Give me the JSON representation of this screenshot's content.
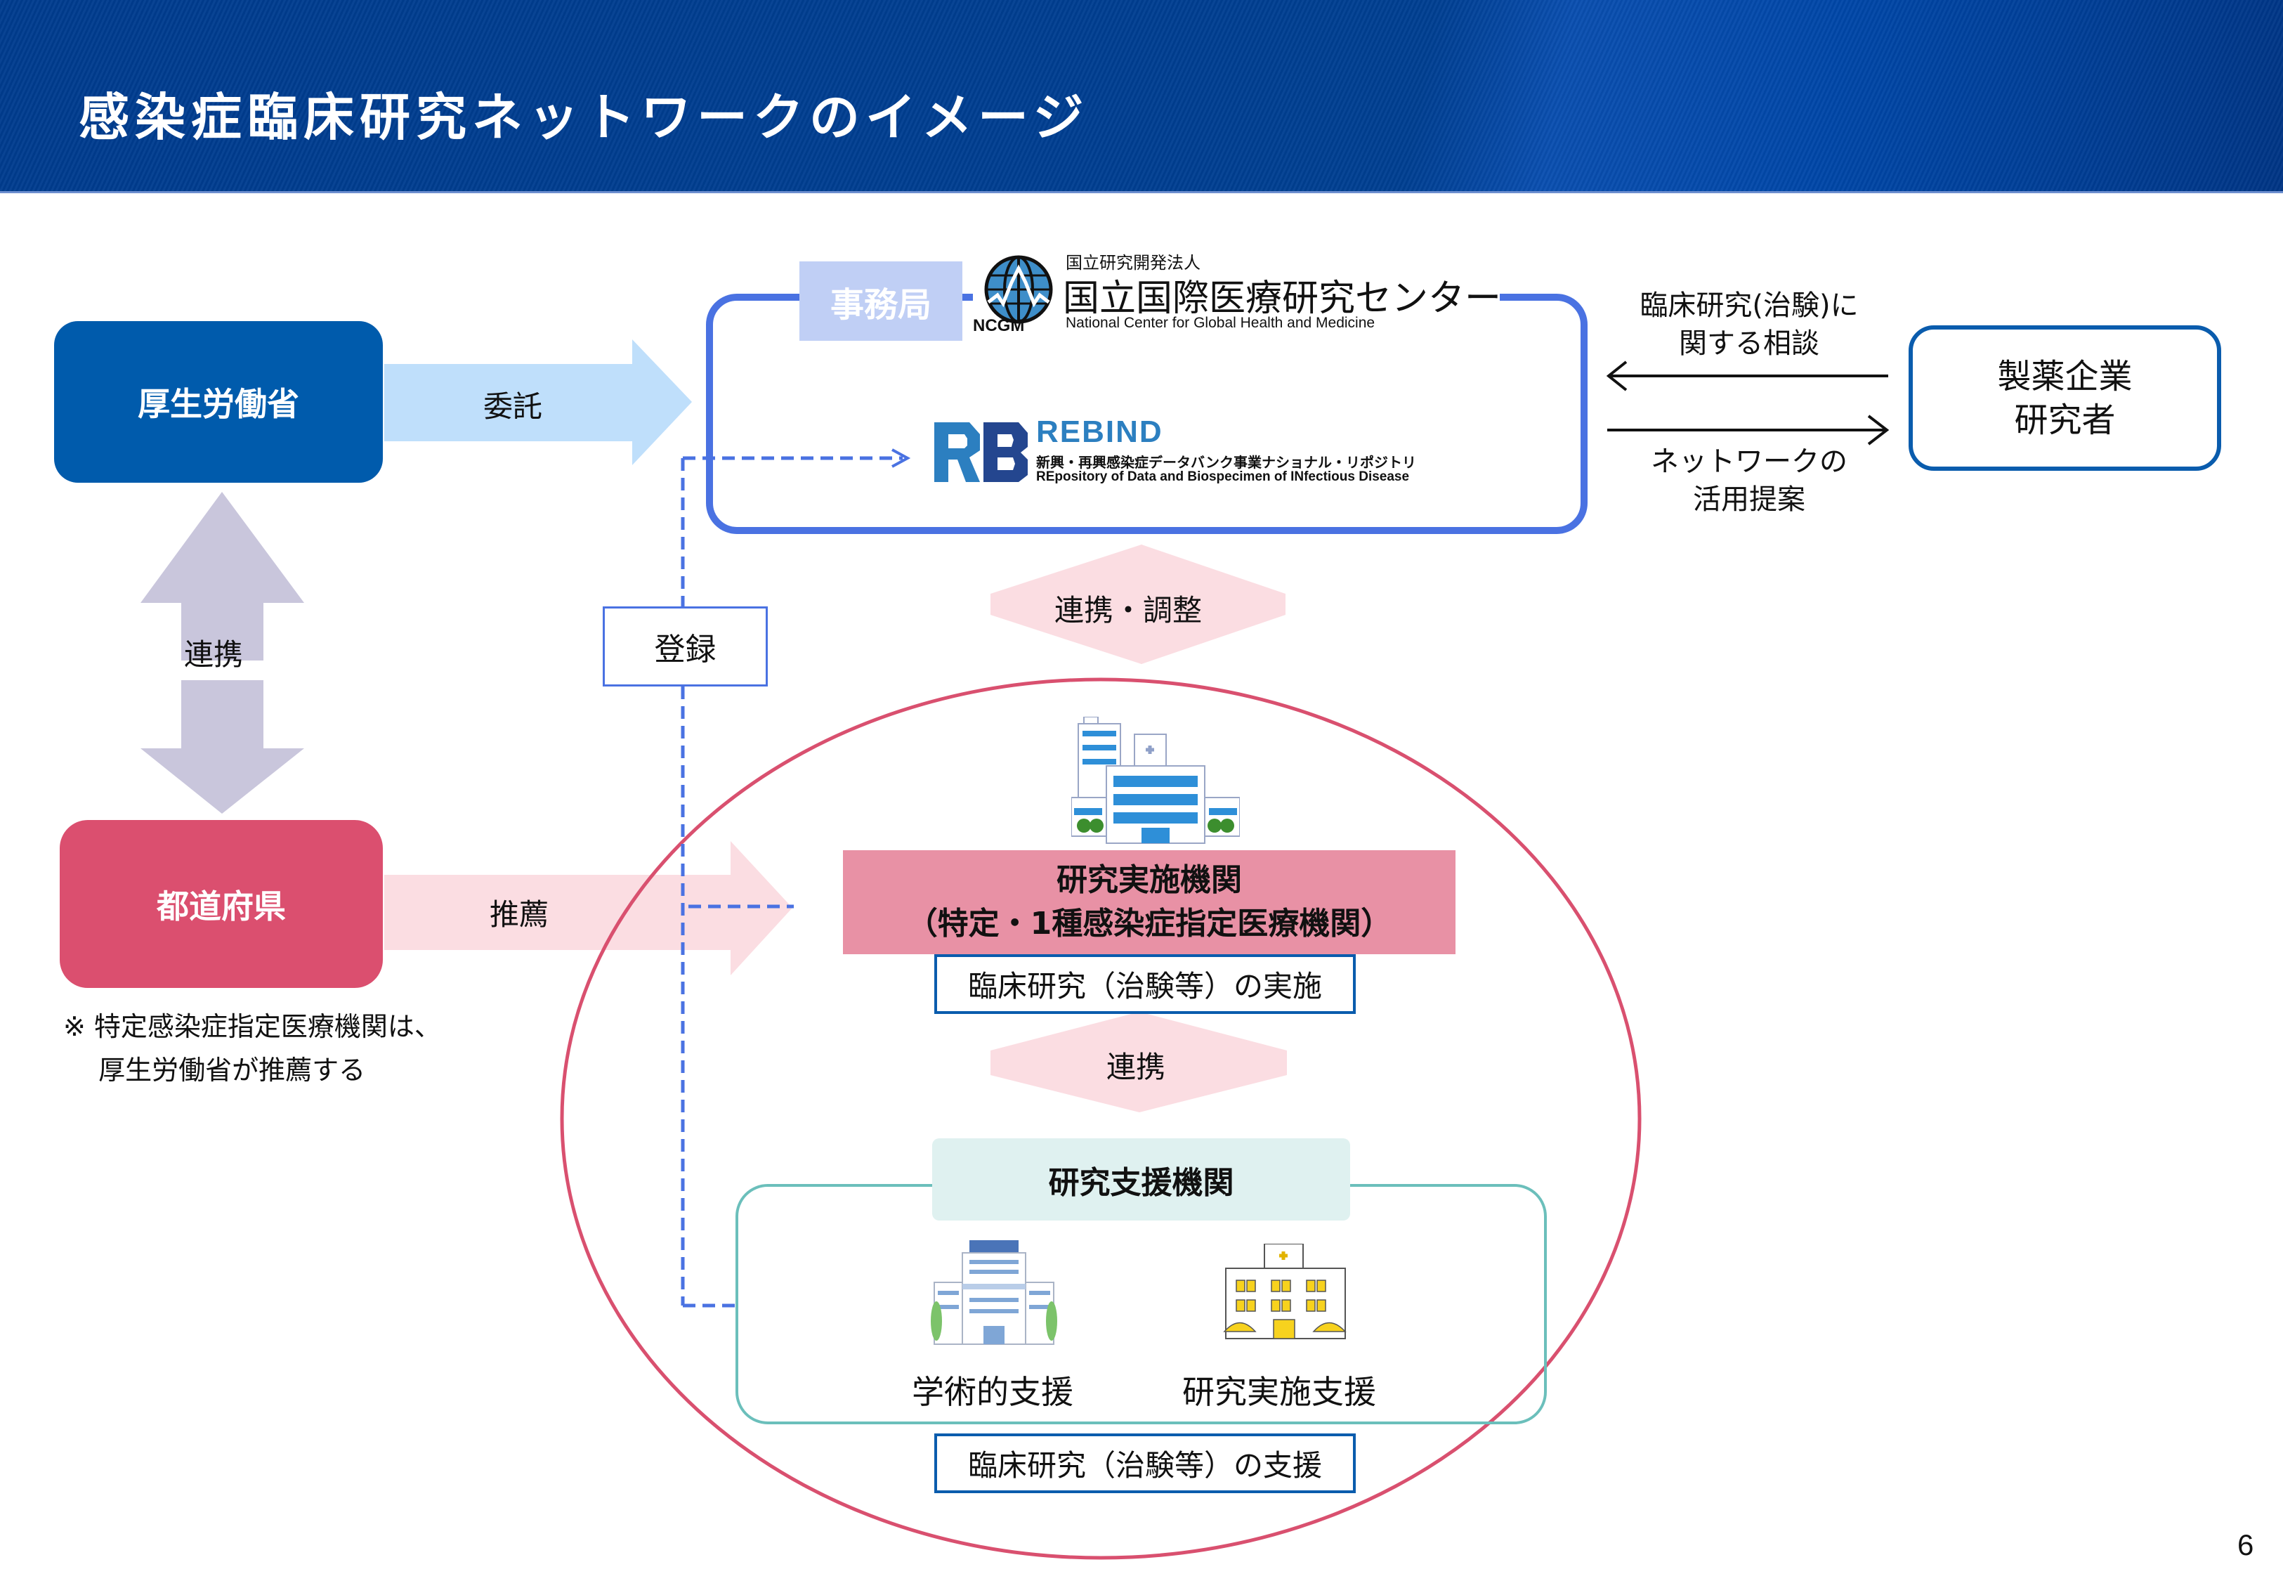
{
  "header": {
    "title": "感染症臨床研究ネットワークのイメージ"
  },
  "nodes": {
    "mhlw": "厚生労働省",
    "prefecture": "都道府県",
    "secretariat_label": "事務局",
    "ncgm": {
      "corp_type": "国立研究開発法人",
      "name_ja": "国立国際医療研究センター",
      "abbr": "NCGM",
      "name_en": "National Center for Global Health and Medicine"
    },
    "rebind": {
      "abbr": "REBIND",
      "name_ja": "新興・再興感染症データバンク事業ナショナル・リポジトリ",
      "name_en": "REpository of Data and Biospecimen of INfectious Disease"
    },
    "pharma": {
      "line1": "製薬企業",
      "line2": "研究者"
    },
    "implementing": {
      "line1": "研究実施機関",
      "line2": "（特定・1種感染症指定医療機関）"
    },
    "implementing_role": "臨床研究（治験等）の実施",
    "support": "研究支援機関",
    "support_academic": "学術的支援",
    "support_implementation": "研究実施支援",
    "support_role": "臨床研究（治験等）の支援",
    "register": "登録"
  },
  "edges": {
    "commission": "委託",
    "recommend": "推薦",
    "cooperation_left": "連携",
    "coordination": "連携・調整",
    "cooperation_inner": "連携",
    "consult": {
      "line1": "臨床研究(治験)に",
      "line2": "関する相談"
    },
    "proposal": {
      "line1": "ネットワークの",
      "line2": "活用提案"
    }
  },
  "note": {
    "line1": "※ 特定感染症指定医療機関は、",
    "line2": "　 厚生労働省が推薦する"
  },
  "page_number": "6",
  "colors": {
    "header": "#003F92",
    "mhlw": "#005BAC",
    "prefecture": "#DB4F6F",
    "ncgm_frame": "#4A72E2",
    "ellipse": "#D9506F",
    "implementing": "#E891A5",
    "support_frame": "#6BBFBB"
  }
}
